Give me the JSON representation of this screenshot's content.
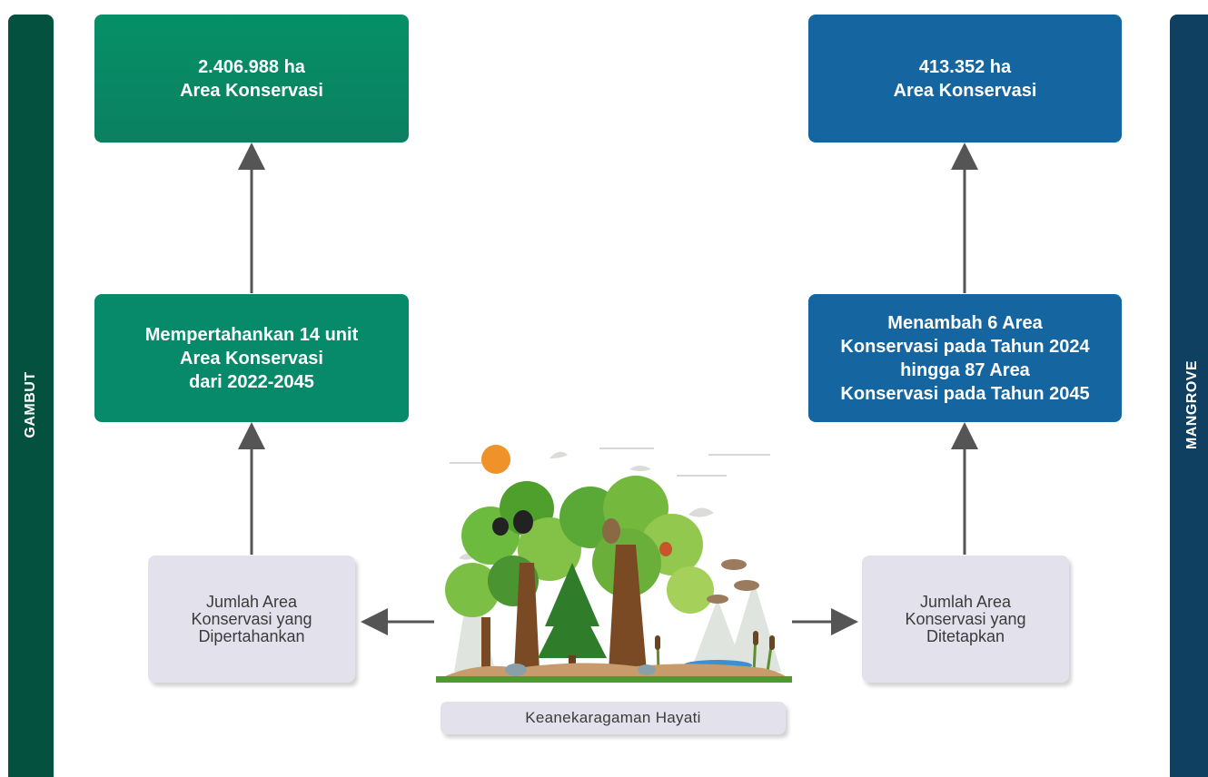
{
  "left_bar": {
    "label": "GAMBUT",
    "color": "#05513f"
  },
  "right_bar": {
    "label": "MANGROVE",
    "color": "#0f3f61"
  },
  "gambut": {
    "top_box": [
      "2.406.988 ha",
      "Area Konservasi"
    ],
    "mid_box": [
      "Mempertahankan 14 unit",
      "Area Konservasi",
      "dari 2022-2045"
    ],
    "bottom_box": [
      "Jumlah Area",
      "Konservasi yang",
      "Dipertahankan"
    ]
  },
  "mangrove": {
    "top_box": [
      "413.352 ha",
      "Area Konservasi"
    ],
    "mid_box": [
      "Menambah 6 Area",
      "Konservasi pada Tahun 2024",
      "hingga 87 Area",
      "Konservasi pada Tahun 2045"
    ],
    "bottom_box": [
      "Jumlah Area",
      "Konservasi yang",
      "Ditetapkan"
    ]
  },
  "center": {
    "label": "Keanekaragaman Hayati"
  },
  "colors": {
    "green": "#078a6a",
    "blue": "#1565a0",
    "gray": "#e3e1eb",
    "arrow": "#555555"
  }
}
